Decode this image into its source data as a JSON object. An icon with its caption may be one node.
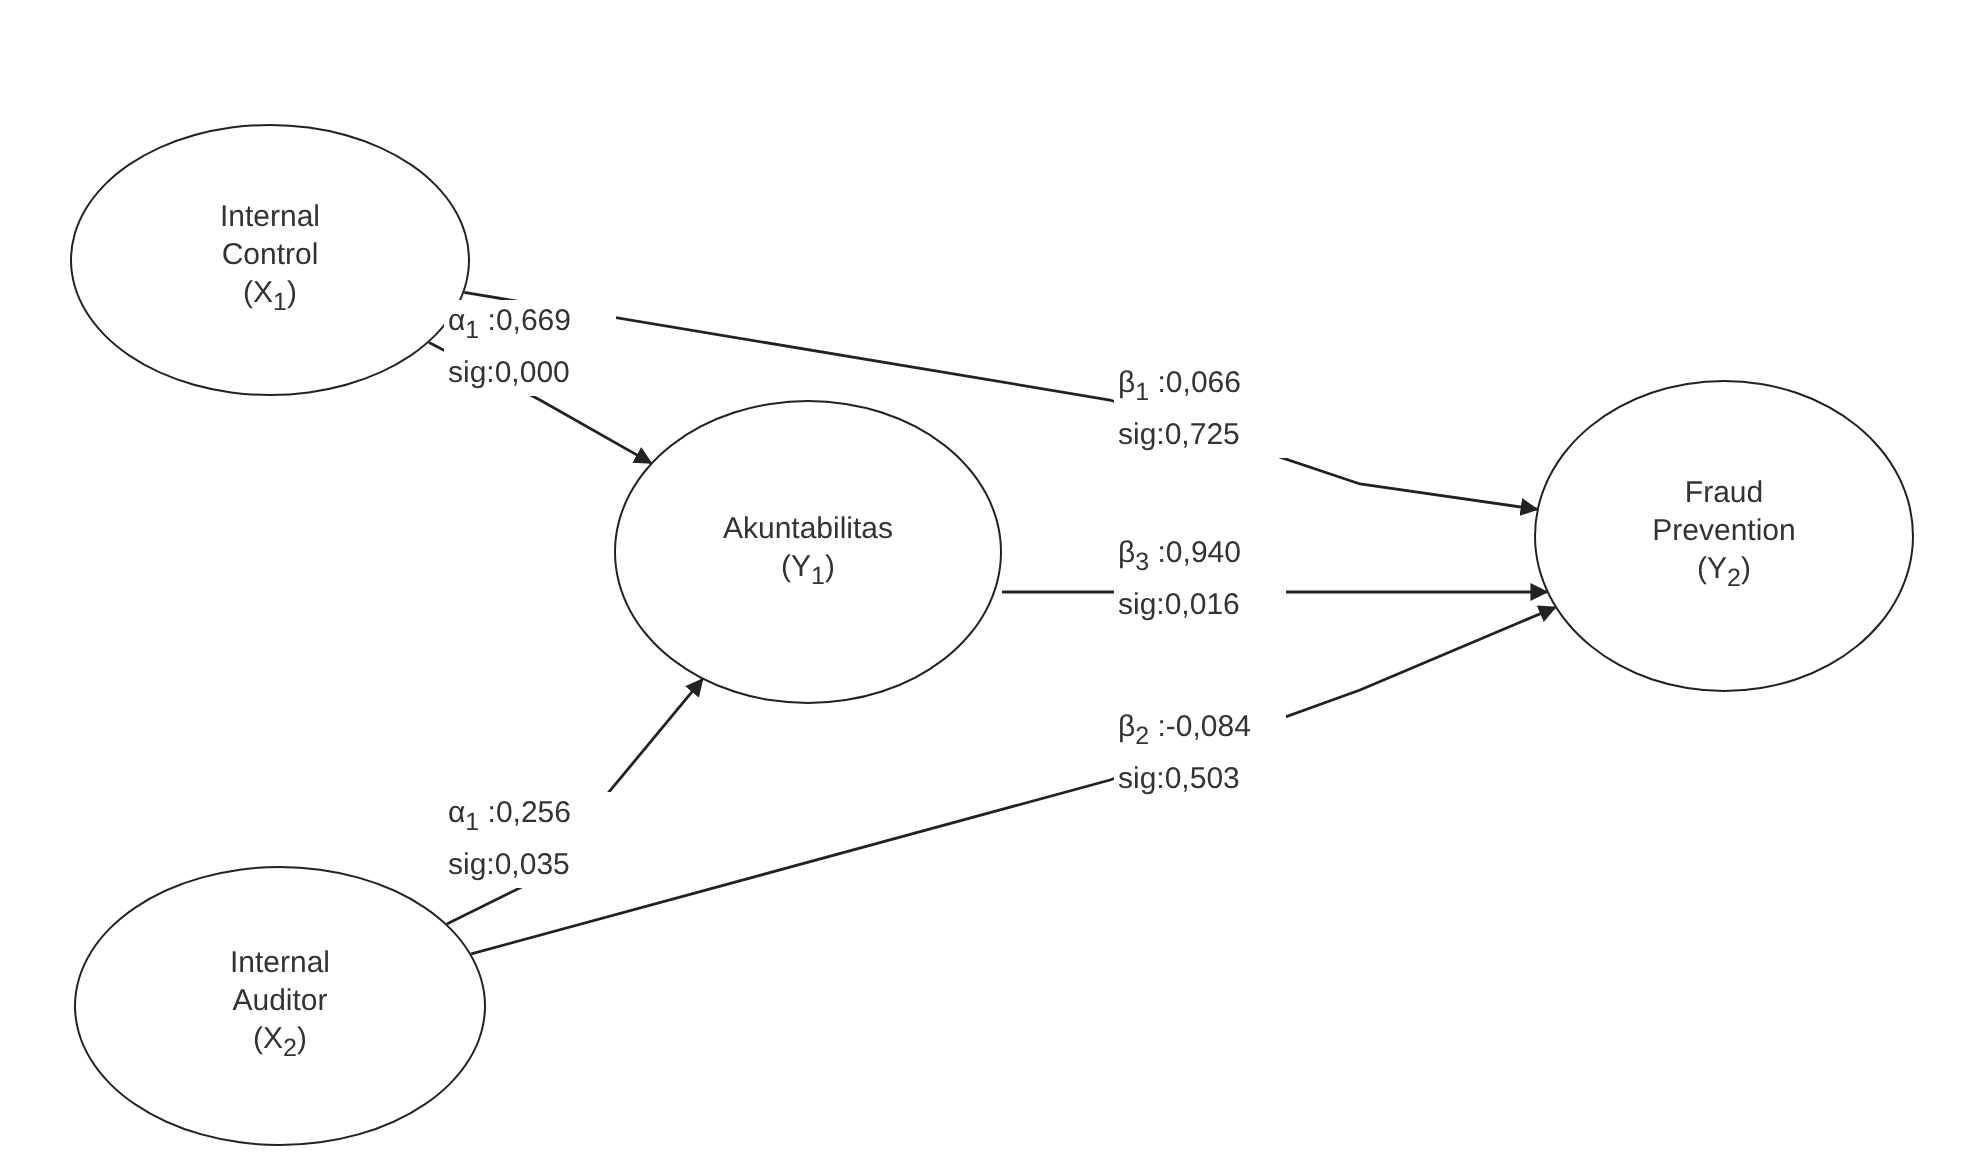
{
  "diagram": {
    "nodes": [
      {
        "text": [
          "Internal Control (X$_{1}$)"
        ]
      },
      {
        "text": [
          "Akuntabilitas (Y$_{1}$)"
        ]
      },
      {
        "text": [
          "Internal Auditor (X$_{2}$)"
        ]
      },
      {
        "text": [
          "Fraud Prevention (Y$_{2}$)"
        ]
      }
    ],
    "edges": [
      {
        "from": 0,
        "to": 1,
        "arrow": "to",
        "label": "α$_{1}$ :0,669 sig:0,000"
      },
      {
        "from": 2,
        "to": 1,
        "arrow": "to",
        "label": "α$_{1}$ :0,256 sig:0,035"
      },
      {
        "from": 0,
        "to": 3,
        "arrow": "to",
        "label": "β$_{1}$ :0,066 sig:0,725"
      },
      {
        "from": 1,
        "to": 3,
        "arrow": "to",
        "label": "β$_{3}$ :0,940 sig:0,016"
      },
      {
        "from": 2,
        "to": 3,
        "arrow": "to",
        "label": "β$_{2}$ :-0,084 sig:0,503"
      }
    ]
  }
}
